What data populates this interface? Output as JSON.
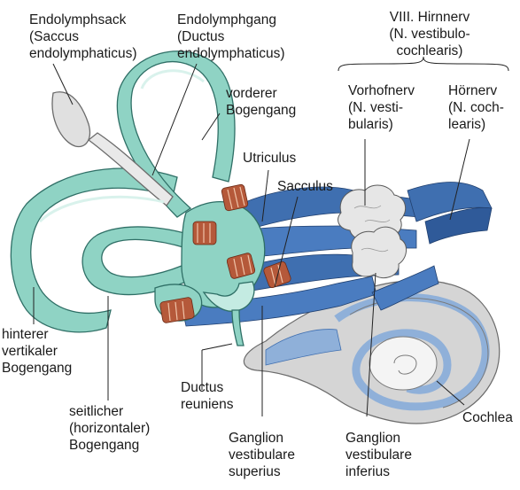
{
  "labels": {
    "endolymphsack": "Endolymphsack\n(Saccus\nendolymphaticus)",
    "endolymphgang": "Endolymphgang\n(Ductus\nendolymphaticus)",
    "nerv_viii": "VIII. Hirnnerv\n(N. vestibulo-\ncochlearis)",
    "vorderer_bogengang": "vorderer\nBogengang",
    "vorhofnerv": "Vorhofnerv\n(N. vesti-\nbularis)",
    "hoernerv": "Hörnerv\n(N. coch-\nlearis)",
    "utriculus": "Utriculus",
    "sacculus": "Sacculus",
    "hinterer_bogengang": "hinterer\nvertikaler\nBogengang",
    "seitlicher_bogengang": "seitlicher\n(horizontaler)\nBogengang",
    "ductus_reuniens": "Ductus\nreuniens",
    "ganglion_superius": "Ganglion\nvestibulare\nsuperius",
    "ganglion_inferius": "Ganglion\nvestibulare\ninferius",
    "cochlea": "Cochlea"
  },
  "colors": {
    "labyrinth_fill": "#8fd3c4",
    "labyrinth_light": "#c4ebe2",
    "labyrinth_stroke": "#2f6f66",
    "nerve_blue": "#3f6fb0",
    "nerve_dark": "#21406f",
    "ampulla_brown": "#b5593a",
    "ganglion_grey": "#e6e6e6",
    "cochlea_grey": "#d5d5d5",
    "cochlea_blue": "#8fb0d9",
    "leader_line": "#222222"
  }
}
